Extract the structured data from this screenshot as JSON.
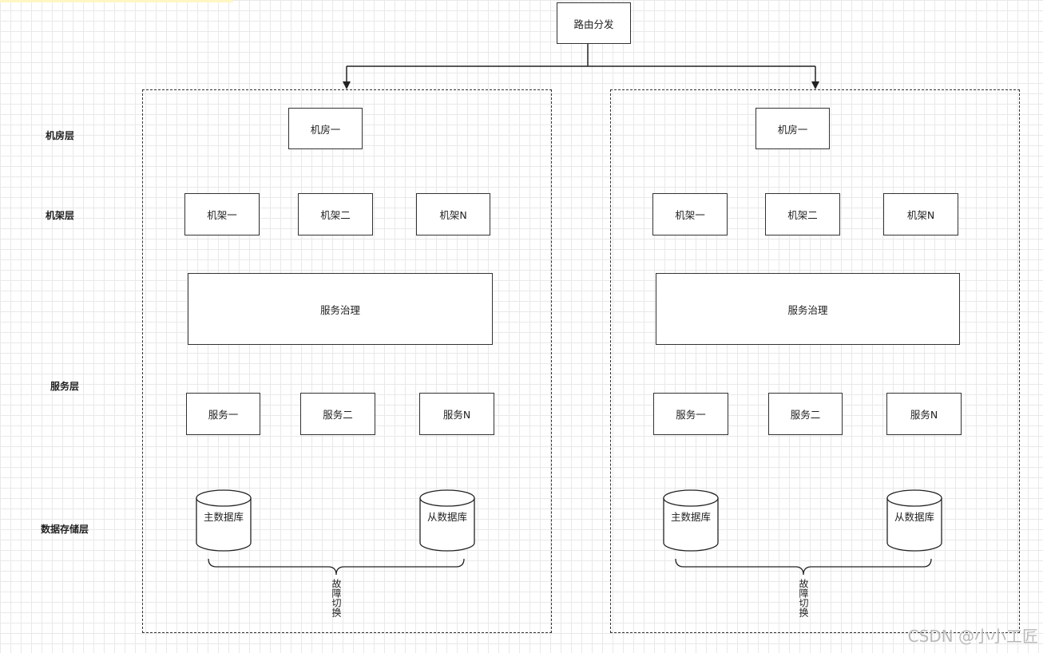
{
  "top_node": "路由分发",
  "layers": {
    "room": "机房层",
    "rack": "机架层",
    "service": "服务层",
    "storage": "数据存储层"
  },
  "datacenters": [
    {
      "room": "机房一",
      "racks": [
        "机架一",
        "机架二",
        "机架N"
      ],
      "governance": "服务治理",
      "services": [
        "服务一",
        "服务二",
        "服务N"
      ],
      "databases": [
        "主数据库",
        "从数据库"
      ],
      "failover": "故障切换"
    },
    {
      "room": "机房一",
      "racks": [
        "机架一",
        "机架二",
        "机架N"
      ],
      "governance": "服务治理",
      "services": [
        "服务一",
        "服务二",
        "服务N"
      ],
      "databases": [
        "主数据库",
        "从数据库"
      ],
      "failover": "故障切换"
    }
  ],
  "watermark": "CSDN @小小工匠"
}
